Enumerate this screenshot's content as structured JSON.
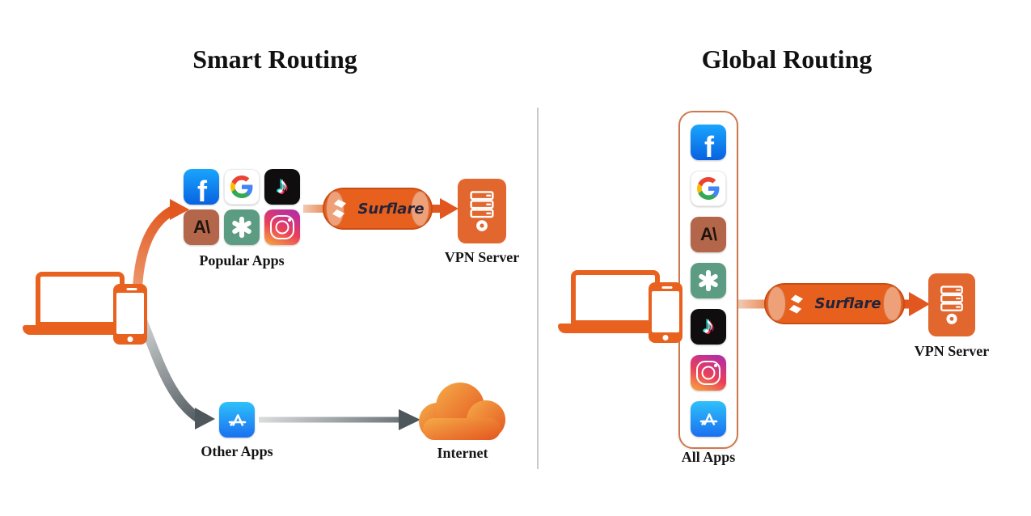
{
  "diagram": {
    "left": {
      "title": "Smart Routing",
      "popular_apps_label": "Popular Apps",
      "popular_apps_icons": [
        "facebook",
        "google",
        "tiktok",
        "anthropic",
        "chatgpt",
        "instagram"
      ],
      "other_apps_label": "Other Apps",
      "other_apps_icons": [
        "app-store"
      ],
      "tunnel_label": "Surflare",
      "vpn_server_label": "VPN Server",
      "internet_label": "Internet"
    },
    "right": {
      "title": "Global Routing",
      "all_apps_label": "All Apps",
      "all_apps_icons": [
        "facebook",
        "google",
        "anthropic",
        "chatgpt",
        "tiktok",
        "instagram",
        "app-store"
      ],
      "tunnel_label": "Surflare",
      "vpn_server_label": "VPN Server"
    },
    "icon_glyphs": {
      "facebook": "f",
      "anthropic": "A\\",
      "tiktok": "♪"
    },
    "colors": {
      "accent_orange": "#E8611F",
      "tunnel_body": "#E8601E",
      "tunnel_end": "#EEA078",
      "arrow_gray": "#4E575C",
      "facebook_blue": "#1877F2",
      "tiktok_black": "#0F0D0E",
      "anthropic_clay": "#B3664A",
      "chatgpt_teal": "#5C9C82",
      "appstore_blue": "#1D9BF5",
      "instagram_purple": "#B32CA8",
      "instagram_orange": "#F7A63F",
      "cloud_light": "#F4A441",
      "cloud_dark": "#E45A1F",
      "server_orange": "#E1672E",
      "title_text": "#111111"
    }
  }
}
